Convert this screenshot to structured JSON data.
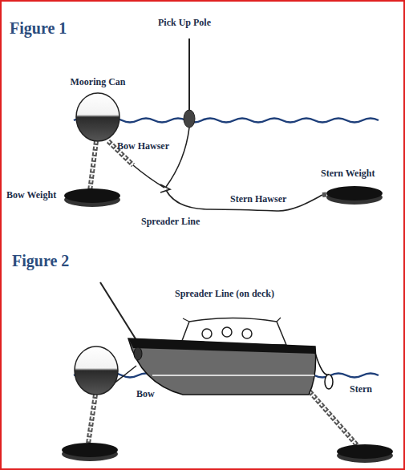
{
  "diagram": {
    "labels": [
      "Figure 1",
      "Pick Up Pole",
      "Mooring Can",
      "Bow Hawser",
      "Stern Weight",
      "Bow Weight",
      "Stern Hawser",
      "Spreader Line",
      "Figure 2",
      "Spreader Line (on deck)",
      "Bow",
      "Stern"
    ]
  }
}
